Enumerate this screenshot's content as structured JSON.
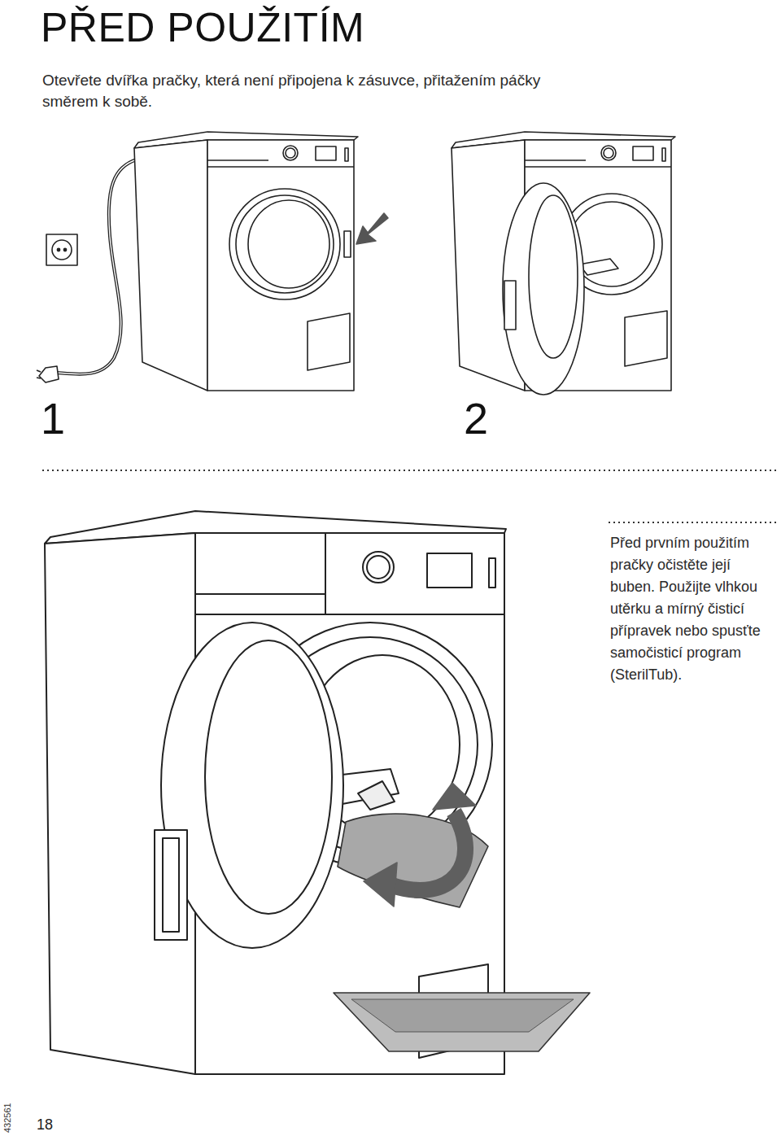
{
  "diagram": {
    "title": "PŘED POUŽITÍM",
    "labels": [
      "Otevřete dvířka pračky, která není připojena k zásuvce, přitažením páčky směrem k sobě.",
      "1",
      "2",
      "Před prvním použitím pračky očistěte její buben. Použijte vlhkou utěrku a mírný čisticí přípravek nebo spusťte samočisticí program (SterilTub).",
      "432561",
      "18"
    ]
  }
}
